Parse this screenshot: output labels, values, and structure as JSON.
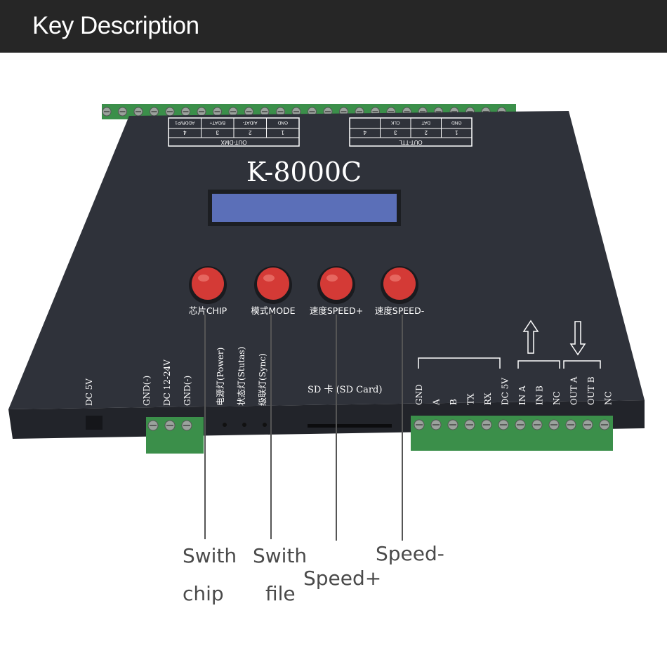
{
  "header": {
    "title": "Key Description"
  },
  "device": {
    "model": "K-8000C",
    "colors": {
      "body": "#2c2f36",
      "top": "#353840",
      "button": "#d43a36",
      "terminal": "#3b8f4a",
      "lcd": "#5b6fb8"
    },
    "dmx_header": {
      "pins": [
        "GND",
        "A/DAT-",
        "B/DAT+",
        "ADDR/P1"
      ],
      "numbers": [
        "1",
        "2",
        "3",
        "4"
      ],
      "title": "OUT-DMX"
    },
    "ttl_header": {
      "pins": [
        "GND",
        "DAT",
        "CLK"
      ],
      "numbers": [
        "1",
        "2",
        "3",
        "4"
      ],
      "title": "OUT-TTL"
    },
    "buttons": [
      {
        "label": "芯片CHIP"
      },
      {
        "label": "模式MODE"
      },
      {
        "label": "速度SPEED+"
      },
      {
        "label": "速度SPEED-"
      }
    ],
    "left_labels": [
      "DC 5V",
      "GND(-)",
      "DC 12-24V",
      "GND(-)",
      "电源灯(Power)",
      "状态灯(Stutas)",
      "级联灯(Sync)"
    ],
    "sd_label": "SD 卡 (SD Card)",
    "right_labels": [
      "GND",
      "A",
      "B",
      "TX",
      "RX",
      "DC 5V",
      "IN A",
      "IN B",
      "NC",
      "OUT A",
      "OUT B",
      "NC"
    ]
  },
  "annotations": [
    {
      "line1": "Swith",
      "line2": "chip"
    },
    {
      "line1": "Swith",
      "line2": "file"
    },
    {
      "line1": "Speed+"
    },
    {
      "line1": "Speed-"
    }
  ]
}
